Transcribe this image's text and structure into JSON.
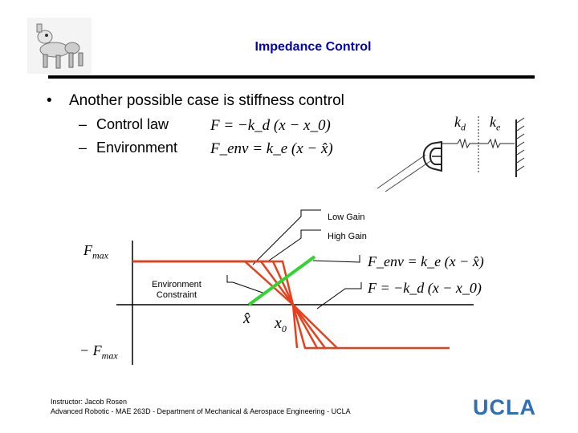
{
  "slide": {
    "title": "Impedance Control",
    "bullet": "Another possible case is stiffness control",
    "sub_items": [
      {
        "label": "Control law",
        "formula": "F = −k_d (x − x_0)"
      },
      {
        "label": "Environment",
        "formula": "F_env = k_e (x − x̂)"
      }
    ]
  },
  "robot_sketch": {
    "kd_label": "k",
    "kd_sub": "d",
    "ke_label": "k",
    "ke_sub": "e"
  },
  "graph": {
    "fmax_label": "F",
    "fmax_sub": "max",
    "neg_fmax_label": "− F",
    "neg_fmax_sub": "max",
    "xhat_label": "x̂",
    "x0_label": "x",
    "x0_sub": "0",
    "low_gain": "Low Gain",
    "high_gain": "High Gain",
    "env_constraint_line1": "Environment",
    "env_constraint_line2": "Constraint",
    "eq_env": "F_env = k_e (x − x̂)",
    "eq_control": "F = −k_d (x − x_0)"
  },
  "footer": {
    "line1": "Instructor: Jacob Rosen",
    "line2": "Advanced Robotic - MAE 263D - Department of Mechanical & Aerospace Engineering - UCLA"
  },
  "logo": "UCLA",
  "colors": {
    "title": "#0000cc",
    "curve": "#e8401c",
    "constraint": "#2fd62f",
    "logo": "#2f6fb5"
  }
}
